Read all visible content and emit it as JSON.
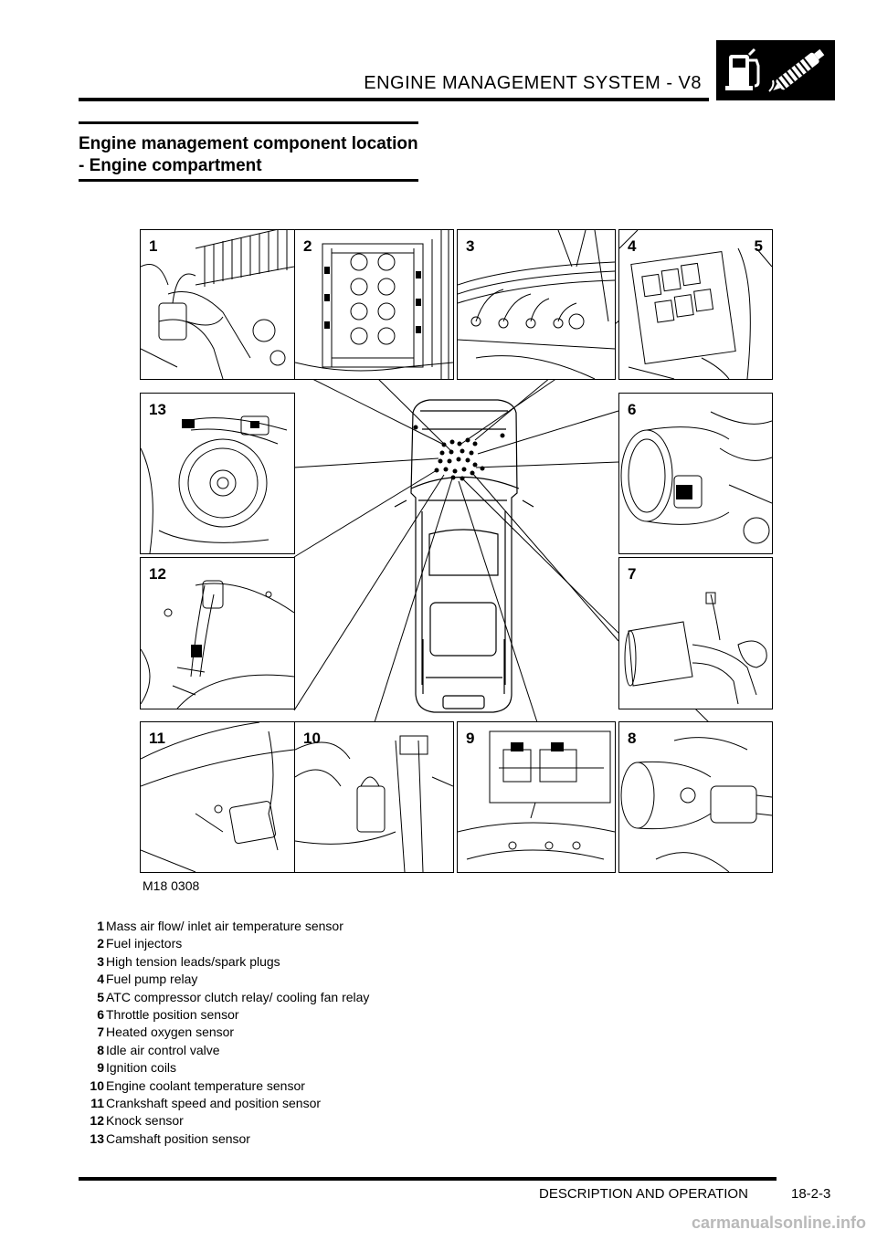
{
  "header": {
    "title": "ENGINE MANAGEMENT SYSTEM - V8",
    "icon": "fuel-pump-and-injector-icon"
  },
  "section": {
    "heading": "Engine management component location - Engine compartment"
  },
  "figure": {
    "code": "M18 0308",
    "panel_numbers": [
      "1",
      "2",
      "3",
      "4",
      "5",
      "6",
      "7",
      "8",
      "9",
      "10",
      "11",
      "12",
      "13"
    ]
  },
  "legend": [
    {
      "num": "1",
      "text": "Mass air flow/ inlet air temperature sensor"
    },
    {
      "num": "2",
      "text": "Fuel injectors"
    },
    {
      "num": "3",
      "text": "High tension leads/spark plugs"
    },
    {
      "num": "4",
      "text": "Fuel pump relay"
    },
    {
      "num": "5",
      "text": "ATC compressor clutch relay/ cooling fan relay"
    },
    {
      "num": "6",
      "text": "Throttle position sensor"
    },
    {
      "num": "7",
      "text": "Heated oxygen sensor"
    },
    {
      "num": "8",
      "text": "Idle air control valve"
    },
    {
      "num": "9",
      "text": "Ignition coils"
    },
    {
      "num": "10",
      "text": "Engine coolant temperature sensor"
    },
    {
      "num": "11",
      "text": "Crankshaft speed and position sensor"
    },
    {
      "num": "12",
      "text": "Knock sensor"
    },
    {
      "num": "13",
      "text": "Camshaft position sensor"
    }
  ],
  "footer": {
    "section": "DESCRIPTION AND OPERATION",
    "page": "18-2-3"
  },
  "watermark": "carmanualsonline.info"
}
